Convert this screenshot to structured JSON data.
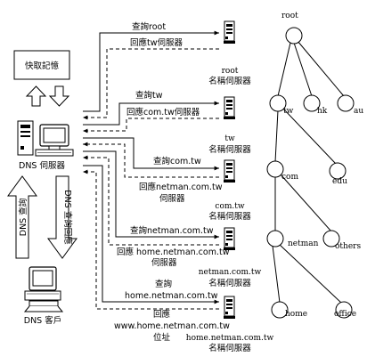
{
  "tree": {
    "root": "root",
    "tw": "tw",
    "hk": "hk",
    "au": "au",
    "com": "com",
    "edu": "edu",
    "netman": "netman",
    "others": "others",
    "home": "home",
    "office": "office"
  },
  "cache_box": "快取記憶",
  "dns_server_label": "DNS 伺服器",
  "dns_query_label": "DNS 查詢",
  "dns_query_reply_label": "DNS 查詢回應",
  "dns_client_label": "DNS 客戶",
  "servers": {
    "root_line1": "root",
    "root_line2": "名稱伺服器",
    "tw_line1": "tw",
    "tw_line2": "名稱伺服器",
    "com_line1": "com.tw",
    "com_line2": "名稱伺服器",
    "netman_line1": "netman.com.tw",
    "netman_line2": "名稱伺服器",
    "home_line1": "home.netman.com.tw",
    "home_line2": "名稱伺服器"
  },
  "messages": {
    "q1": "查詢root",
    "r1": "回應tw伺服器",
    "q2": "查詢tw",
    "r2": "回應com.tw伺服器",
    "q3": "查詢com.tw",
    "r3a": "回應netman.com.tw",
    "r3b": "伺服器",
    "q4": "查詢netman.com.tw",
    "r4a": "回應 home.netman.com.tw",
    "r4b": "伺服器",
    "q5a": "查詢",
    "q5b": "home.netman.com.tw",
    "r5a": "回應",
    "r5b": "www.home.netman.com.tw",
    "r5c": "位址"
  }
}
